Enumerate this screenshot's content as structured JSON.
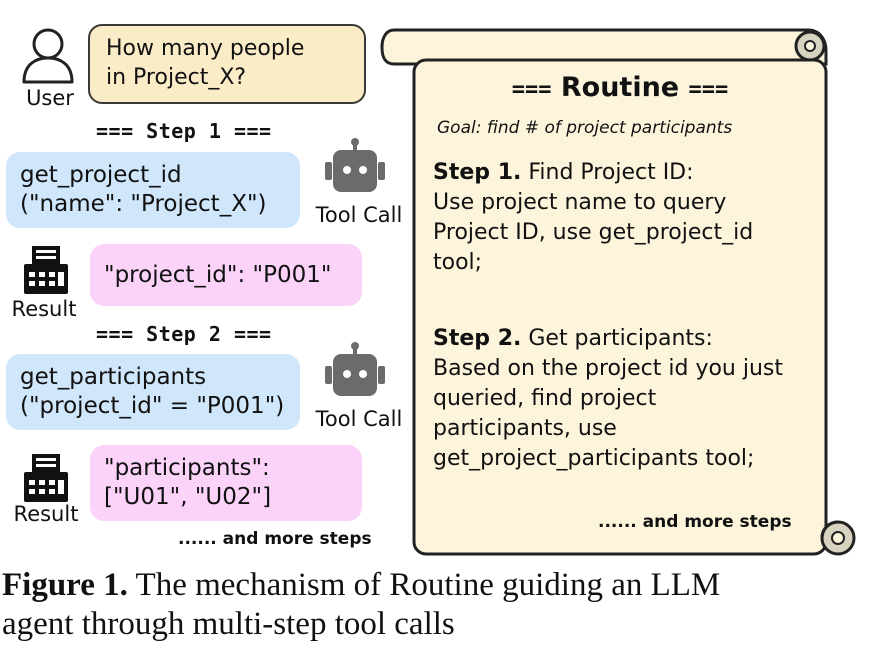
{
  "user": {
    "label": "User",
    "question_line1": "How many people",
    "question_line2": "in Project_X?"
  },
  "steps": [
    {
      "header": "=== Step 1 ===",
      "call_line1": "get_project_id",
      "call_line2": "(\"name\": \"Project_X\")",
      "tool_label": "Tool Call",
      "result_line1": "\"project_id\": \"P001\"",
      "result_line2": "",
      "result_label": "Result"
    },
    {
      "header": "=== Step 2 ===",
      "call_line1": "get_participants",
      "call_line2": "(\"project_id\" = \"P001\")",
      "tool_label": "Tool Call",
      "result_line1": "\"participants\":",
      "result_line2": "[\"U01\", \"U02\"]",
      "result_label": "Result"
    }
  ],
  "left_more": "...... and more steps",
  "routine": {
    "title_prefix": "===",
    "title": "Routine",
    "title_suffix": "===",
    "goal": "Goal: find # of project participants",
    "step1": {
      "label": "Step 1.",
      "heading": "Find Project ID:",
      "lines": [
        "Use project name to query",
        "Project ID, use get_project_id",
        "tool;"
      ]
    },
    "step2": {
      "label": "Step 2.",
      "heading": "Get participants:",
      "lines": [
        "Based on the project id you just",
        "queried, find project",
        "participants, use",
        "get_project_participants tool;"
      ]
    },
    "more": "...... and more steps"
  },
  "caption": {
    "label": "Figure 1.",
    "text_line1": "The mechanism of Routine guiding an LLM",
    "text_line2": "agent through multi-step tool calls"
  },
  "colors": {
    "call_bubble": "#cfe6fb",
    "result_bubble": "#fbd3f8",
    "user_bubble": "#fbecc8",
    "scroll": "#fcf5dc",
    "robot": "#6b6b6b"
  },
  "icons": [
    "user-icon",
    "robot-icon",
    "printer-icon",
    "scroll-icon"
  ]
}
